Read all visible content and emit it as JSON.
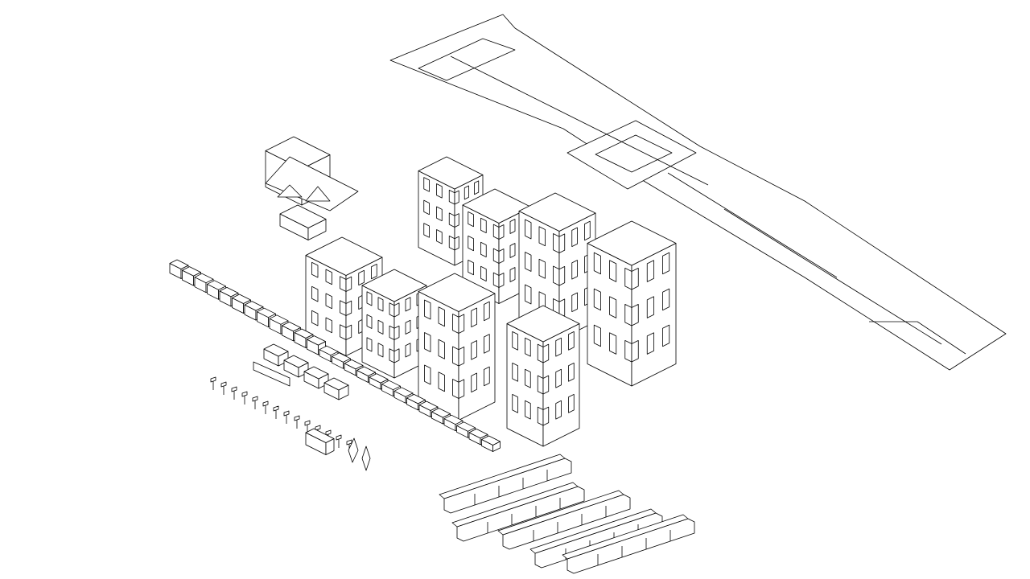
{
  "canvas": {
    "background": "#ffffff",
    "line_color": "#000000",
    "fill_color": "#ffffff"
  },
  "scene": {
    "objects": [
      "road-with-intersection",
      "house",
      "apartment-buildings",
      "vehicles",
      "street-furniture",
      "trains"
    ]
  }
}
